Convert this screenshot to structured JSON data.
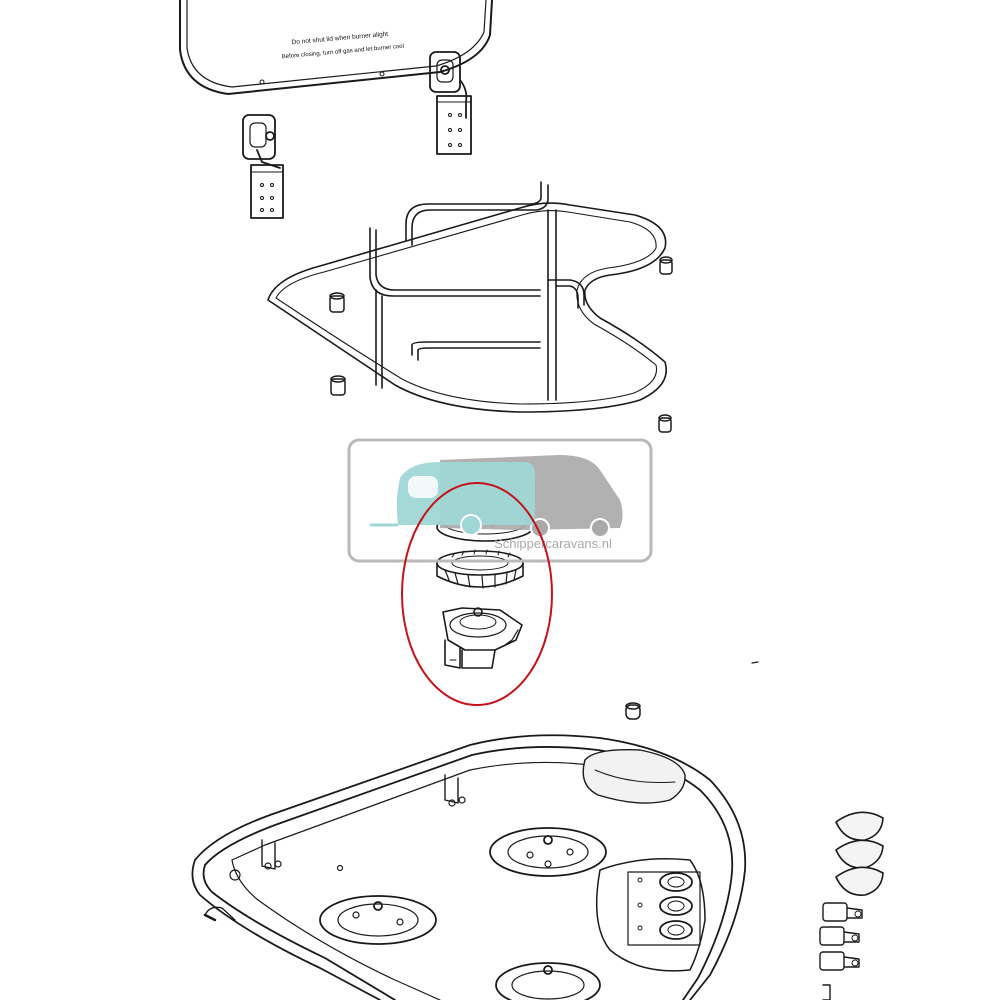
{
  "lid_text": {
    "line1": "Do not shut lid when burner alight",
    "line2": "Before closing, turn off gas and let burner cool"
  },
  "watermark": {
    "text": "Schippercaravans.nl",
    "colors": {
      "frame": "#b9b9b9",
      "caravan": "#9fd7d6",
      "motorhome": "#a9a9a9"
    }
  },
  "highlight": {
    "color": "#c4131a",
    "target": "burner assembly"
  },
  "colors": {
    "line": "#1a1a1a",
    "background": "#ffffff"
  }
}
